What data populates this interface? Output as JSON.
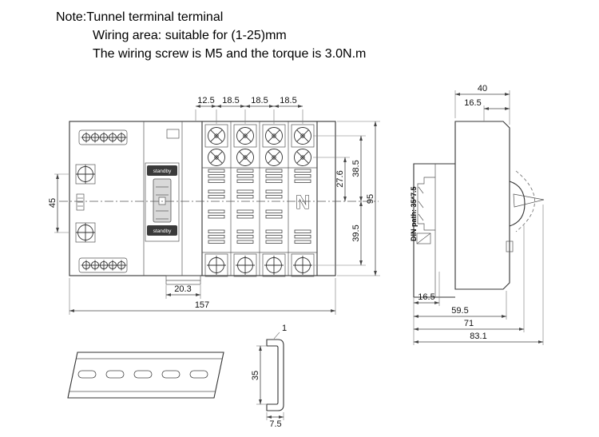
{
  "notes": {
    "line1": "Note:Tunnel terminal terminal",
    "line2": "Wiring area: suitable for (1-25)mm",
    "line3": "The wiring screw is M5 and the torque is 3.0N.m"
  },
  "front_view": {
    "top_dims": [
      "12.5",
      "18.5",
      "18.5",
      "18.5"
    ],
    "left_height": "45",
    "right_dims": {
      "upper_inner": "27.6",
      "upper_outer": "38.5",
      "overall": "95",
      "lower": "39.5"
    },
    "bottom_dims": {
      "clip": "20.3",
      "overall": "157"
    },
    "standby": "standby",
    "neutral": "N"
  },
  "side_view": {
    "top_width": "40",
    "top_offset": "16.5",
    "din_label": "DIN path: 35*7.5",
    "bottom_dims": [
      "16.5",
      "59.5",
      "71",
      "83.1"
    ]
  },
  "rail_profile": {
    "thickness": "1",
    "height": "35",
    "flange": "7.5"
  },
  "colors": {
    "line": "#333333",
    "dimension": "#444444",
    "badge": "#3a3a3a"
  }
}
